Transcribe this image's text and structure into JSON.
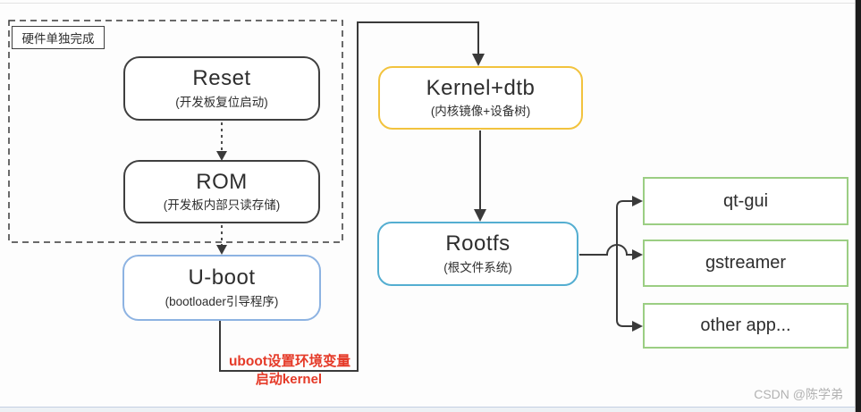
{
  "diagram": {
    "hw_group_label": "硬件单独完成",
    "nodes": {
      "reset": {
        "title": "Reset",
        "subtitle": "(开发板复位启动)"
      },
      "rom": {
        "title": "ROM",
        "subtitle": "(开发板内部只读存储)"
      },
      "uboot": {
        "title": "U-boot",
        "subtitle": "(bootloader引导程序)"
      },
      "kernel_dtb": {
        "title": "Kernel+dtb",
        "subtitle": "(内核镜像+设备树)"
      },
      "rootfs": {
        "title": "Rootfs",
        "subtitle": "(根文件系统)"
      },
      "qt_gui": {
        "title": "qt-gui"
      },
      "gstreamer": {
        "title": "gstreamer"
      },
      "other_app": {
        "title": "other app..."
      }
    },
    "annotation": {
      "line1": "uboot设置环境变量",
      "line2": "启动kernel"
    },
    "colors": {
      "connector": "#3a3a3a",
      "border_dark": "#3f3f3f",
      "border_blue": "#8db3e2",
      "border_yellow": "#f2c33e",
      "border_cyan": "#54aed1",
      "border_green": "#9bce83",
      "annotation_red": "#e53a28",
      "watermark_gray": "#b2b2b2"
    }
  },
  "watermark": {
    "text": "CSDN @陈学弟"
  }
}
